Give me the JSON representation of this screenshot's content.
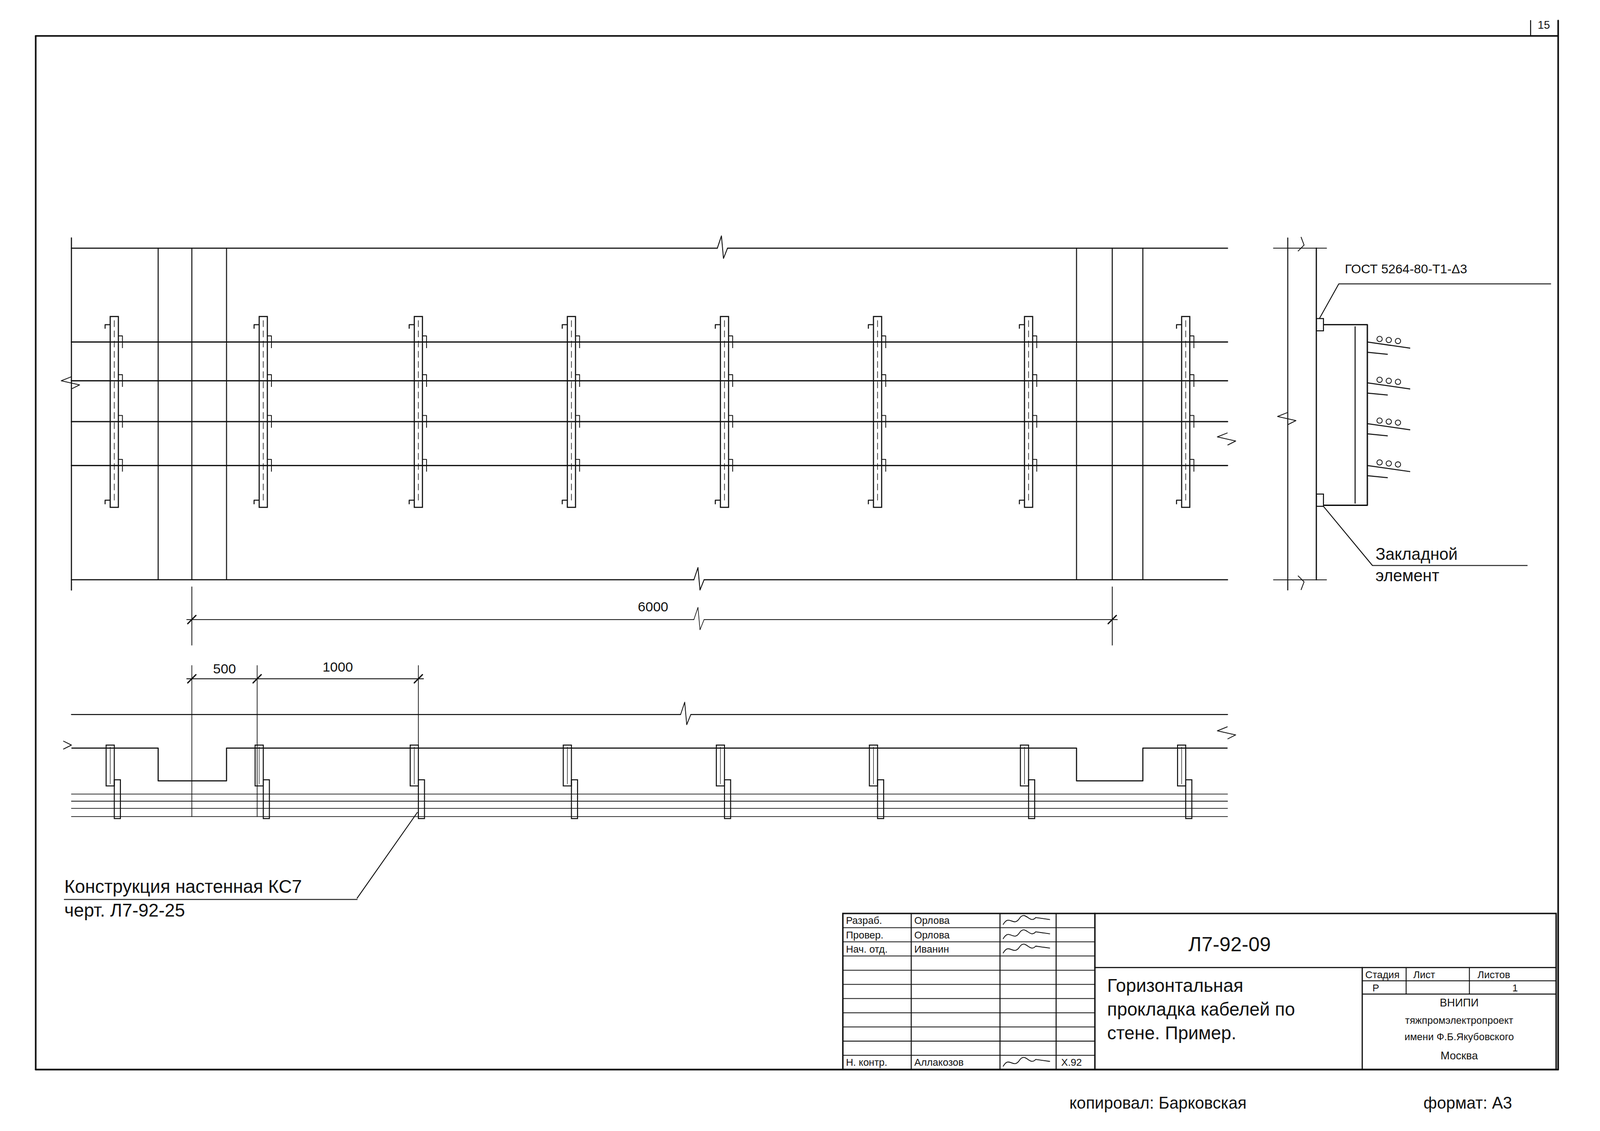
{
  "diagram": {
    "labels": [
      "15",
      "ГОСТ 5264-80-Т1-Δ3",
      "Закладной элемент",
      "6000",
      "500",
      "1000",
      "Конструкция настенная КС7 черт. Л7-92-25",
      "Разраб.",
      "Орлова",
      "Провер.",
      "Орлова",
      "Нач. отд.",
      "Иванин",
      "Н. контр.",
      "Аллакозов",
      "X.92",
      "Л7-92-09",
      "Горизонтальная прокладка кабелей по стене. Пример.",
      "Стадия",
      "Лист",
      "Листов",
      "Р",
      "1",
      "ВНИПИ",
      "тяжпромэлектропроект",
      "имени Ф.Б.Якубовского",
      "Москва",
      "копировал: Барковская",
      "формат: А3"
    ]
  }
}
